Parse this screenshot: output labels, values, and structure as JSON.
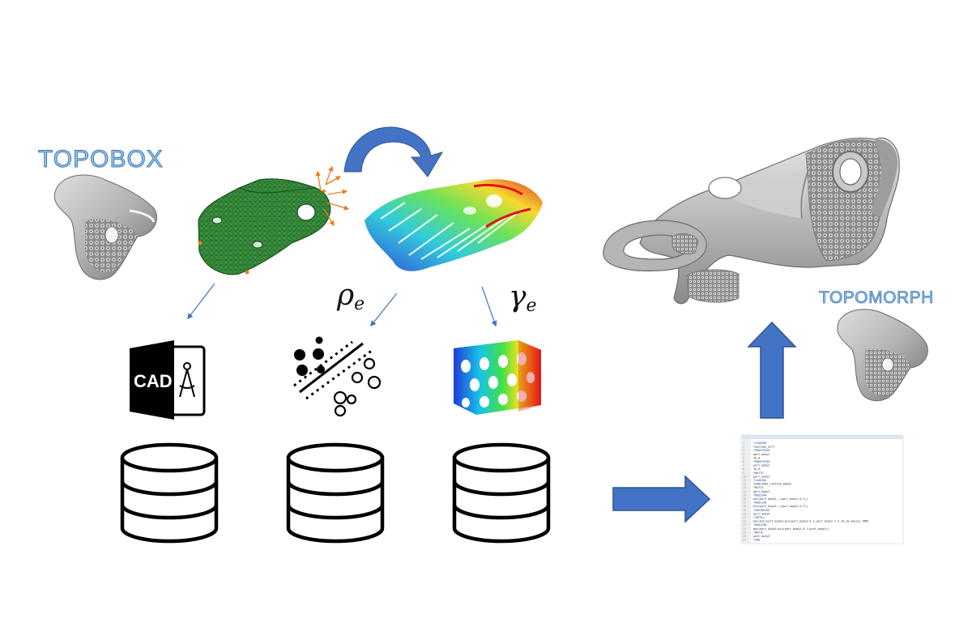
{
  "labels": {
    "topobox": "TOPOBOX",
    "topomorph": "TOPOMORPH",
    "rho_symbol": "ρ",
    "rho_subscript": "e",
    "gamma_symbol": "γ",
    "gamma_subscript": "e",
    "cad_logo_text": "CAD"
  },
  "colors": {
    "wordart_fill": "#9fc6ea",
    "wordart_stroke": "#3b78b6",
    "arrow_blue": "#4472c4",
    "arrow_blue_dark": "#2f5597",
    "mesh_green": "#2e7d32",
    "load_arrow_orange": "#f07c21",
    "part_gray": "#a9a9a9",
    "db_stroke": "#000000"
  },
  "icons": {
    "part_topobox": "lattice-part-icon",
    "fem_mesh": "fem-mesh-icon",
    "optimized_result": "stress-heatmap-icon",
    "cad": "cad-document-icon",
    "classification": "scatter-classification-icon",
    "lattice": "gyroid-lattice-icon",
    "database": "database-icon",
    "part_topomorph": "lattice-part-icon",
    "final_part": "lattice-bracket-icon",
    "script_file": "text-file-icon"
  },
  "script_lines": [
    "*LOADING",
    "  topology_part",
    "*SMOOTHING",
    "  part_body1",
    "  10.0",
    "*SMOOTHING",
    "  part_body2",
    "  10.0",
    "*WRITE",
    "  part_body2",
    "*LOADING",
    "  STRUCTURE_LATTICE_AREAS",
    "*MATCH",
    "  part_body2",
    "*BOOLEAN",
    "  min(part_body1,-(part_body2-0.2))",
    "*BOOLEAN",
    "  min(part_body1,-(part_body2-0.2))",
    "*SHRINKING",
    "  part_body4",
    "*INFILL",
    "  max(min(part_body3,min(part_body2-0.1,part_body2-2.5,10,10,Gauss),PRM)",
    "*BOOLEAN",
    "  max(part_body3,min(part_body2-0.1,part_body2))",
    "*WRITE",
    "  part_body5",
    "*END"
  ]
}
